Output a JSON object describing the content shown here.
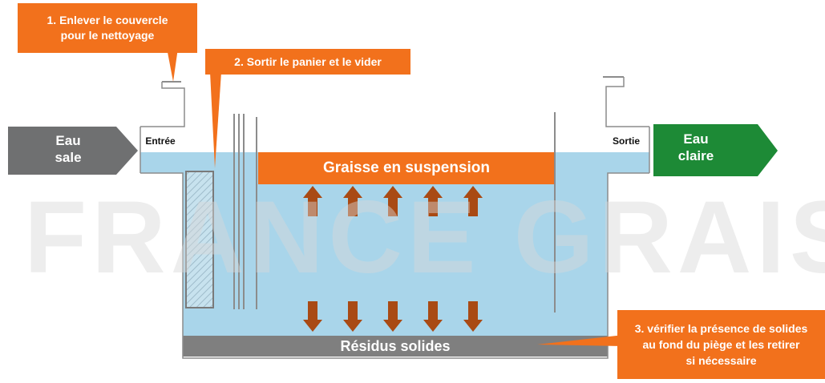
{
  "watermark": "FRANCE GRAISSE",
  "steps": {
    "step1_line1": "1. Enlever le couvercle",
    "step1_line2": "pour le nettoyage",
    "step2": "2. Sortir le panier et le vider",
    "step3_line1": "3. vérifier la présence de solides",
    "step3_line2": "au fond du piège et les retirer",
    "step3_line3": "si nécessaire"
  },
  "inlet": {
    "label": "Entrée",
    "arrow_line1": "Eau",
    "arrow_line2": "sale",
    "arrow_color": "#6f7071"
  },
  "outlet": {
    "label": "Sortie",
    "arrow_line1": "Eau",
    "arrow_line2": "claire",
    "arrow_color": "#1d8a36"
  },
  "layers": {
    "grease": "Graisse en suspension",
    "solids": "Résidus solides"
  },
  "colors": {
    "accent": "#f2711c",
    "water": "#a9d5ea",
    "solids": "#7f7f7f",
    "arrow": "#a94a14"
  }
}
